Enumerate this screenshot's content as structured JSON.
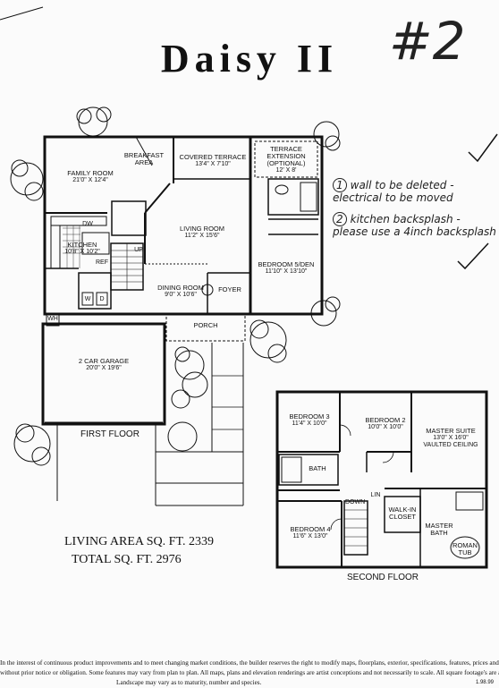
{
  "title": "Daisy II",
  "sheet_mark": "#2",
  "notes": [
    {
      "num": "1",
      "text": "wall to be deleted - electrical to be moved"
    },
    {
      "num": "2",
      "text": "kitchen backsplash - please use a 4inch backsplash"
    }
  ],
  "first_floor": {
    "label": "FIRST FLOOR",
    "rooms": [
      {
        "name": "FAMILY ROOM",
        "dims": "21'0\" X 12'4\""
      },
      {
        "name": "BREAKFAST AREA",
        "dims": ""
      },
      {
        "name": "COVERED TERRACE",
        "dims": "13'4\" X 7'10\""
      },
      {
        "name": "TERRACE EXTENSION (OPTIONAL)",
        "dims": "12' X 8'"
      },
      {
        "name": "KITCHEN",
        "dims": "10'8\" X 10'2\""
      },
      {
        "name": "LIVING ROOM",
        "dims": "11'2\" X 15'6\""
      },
      {
        "name": "BEDROOM 5/DEN",
        "dims": "11'10\" X 13'10\""
      },
      {
        "name": "DINING ROOM",
        "dims": "9'0\" X 10'6\""
      },
      {
        "name": "FOYER",
        "dims": ""
      },
      {
        "name": "PORCH",
        "dims": ""
      },
      {
        "name": "2 CAR GARAGE",
        "dims": "20'0\" X 19'6\""
      }
    ],
    "fixtures": [
      "DW",
      "REF",
      "W",
      "D",
      "WH",
      "UP"
    ]
  },
  "second_floor": {
    "label": "SECOND FLOOR",
    "rooms": [
      {
        "name": "BEDROOM 3",
        "dims": "11'4\" X 10'0\""
      },
      {
        "name": "BEDROOM 2",
        "dims": "10'0\" X 10'0\""
      },
      {
        "name": "MASTER SUITE",
        "dims": "13'0\" X 16'0\"",
        "note": "VAULTED CEILING"
      },
      {
        "name": "BEDROOM 4",
        "dims": "11'6\" X 13'0\""
      },
      {
        "name": "WALK-IN CLOSET",
        "dims": ""
      },
      {
        "name": "MASTER BATH",
        "dims": ""
      },
      {
        "name": "ROMAN TUB",
        "dims": ""
      },
      {
        "name": "BATH",
        "dims": ""
      }
    ],
    "fixtures": [
      "DOWN",
      "LIN"
    ]
  },
  "areas": {
    "living": "LIVING AREA SQ. FT. 2339",
    "total": "TOTAL SQ. FT. 2976"
  },
  "disclaimer": {
    "line1": "In the interest of continuous product improvements and to meet changing market conditions, the builder reserves the right to modify maps, floorplans, exterior, specifications, features, prices and product types",
    "line2": "without prior notice or obligation. Some features may vary from plan to plan. All maps, plans and elevation renderings are artist conceptions and not necessarily to scale. All square footage's are approximate.",
    "line3": "Landscape may vary as to maturity, number and species."
  },
  "page_code": "1.98.99"
}
